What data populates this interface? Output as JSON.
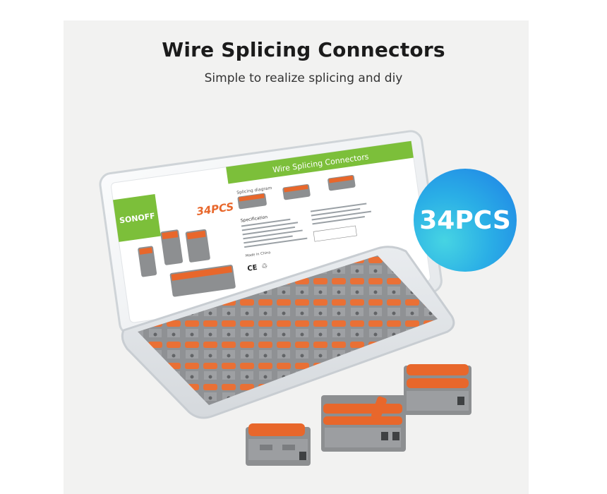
{
  "header": {
    "title": "Wire Splicing Connectors",
    "subtitle": "Simple to realize splicing and diy"
  },
  "badge": {
    "text": "34PCS"
  },
  "box_label": {
    "banner": "Wire Splicing Connectors",
    "brand": "SONOFF",
    "count": "34PCS",
    "diagram_caption": "Splicing diagram",
    "spec_heading": "Specification",
    "made_in": "Made in China"
  },
  "colors": {
    "accent_orange": "#e8672b",
    "connector_gray": "#8d8f91",
    "label_green": "#7cbf3a",
    "badge_blue": "#1f7fe6",
    "badge_cyan": "#46d4e3"
  }
}
